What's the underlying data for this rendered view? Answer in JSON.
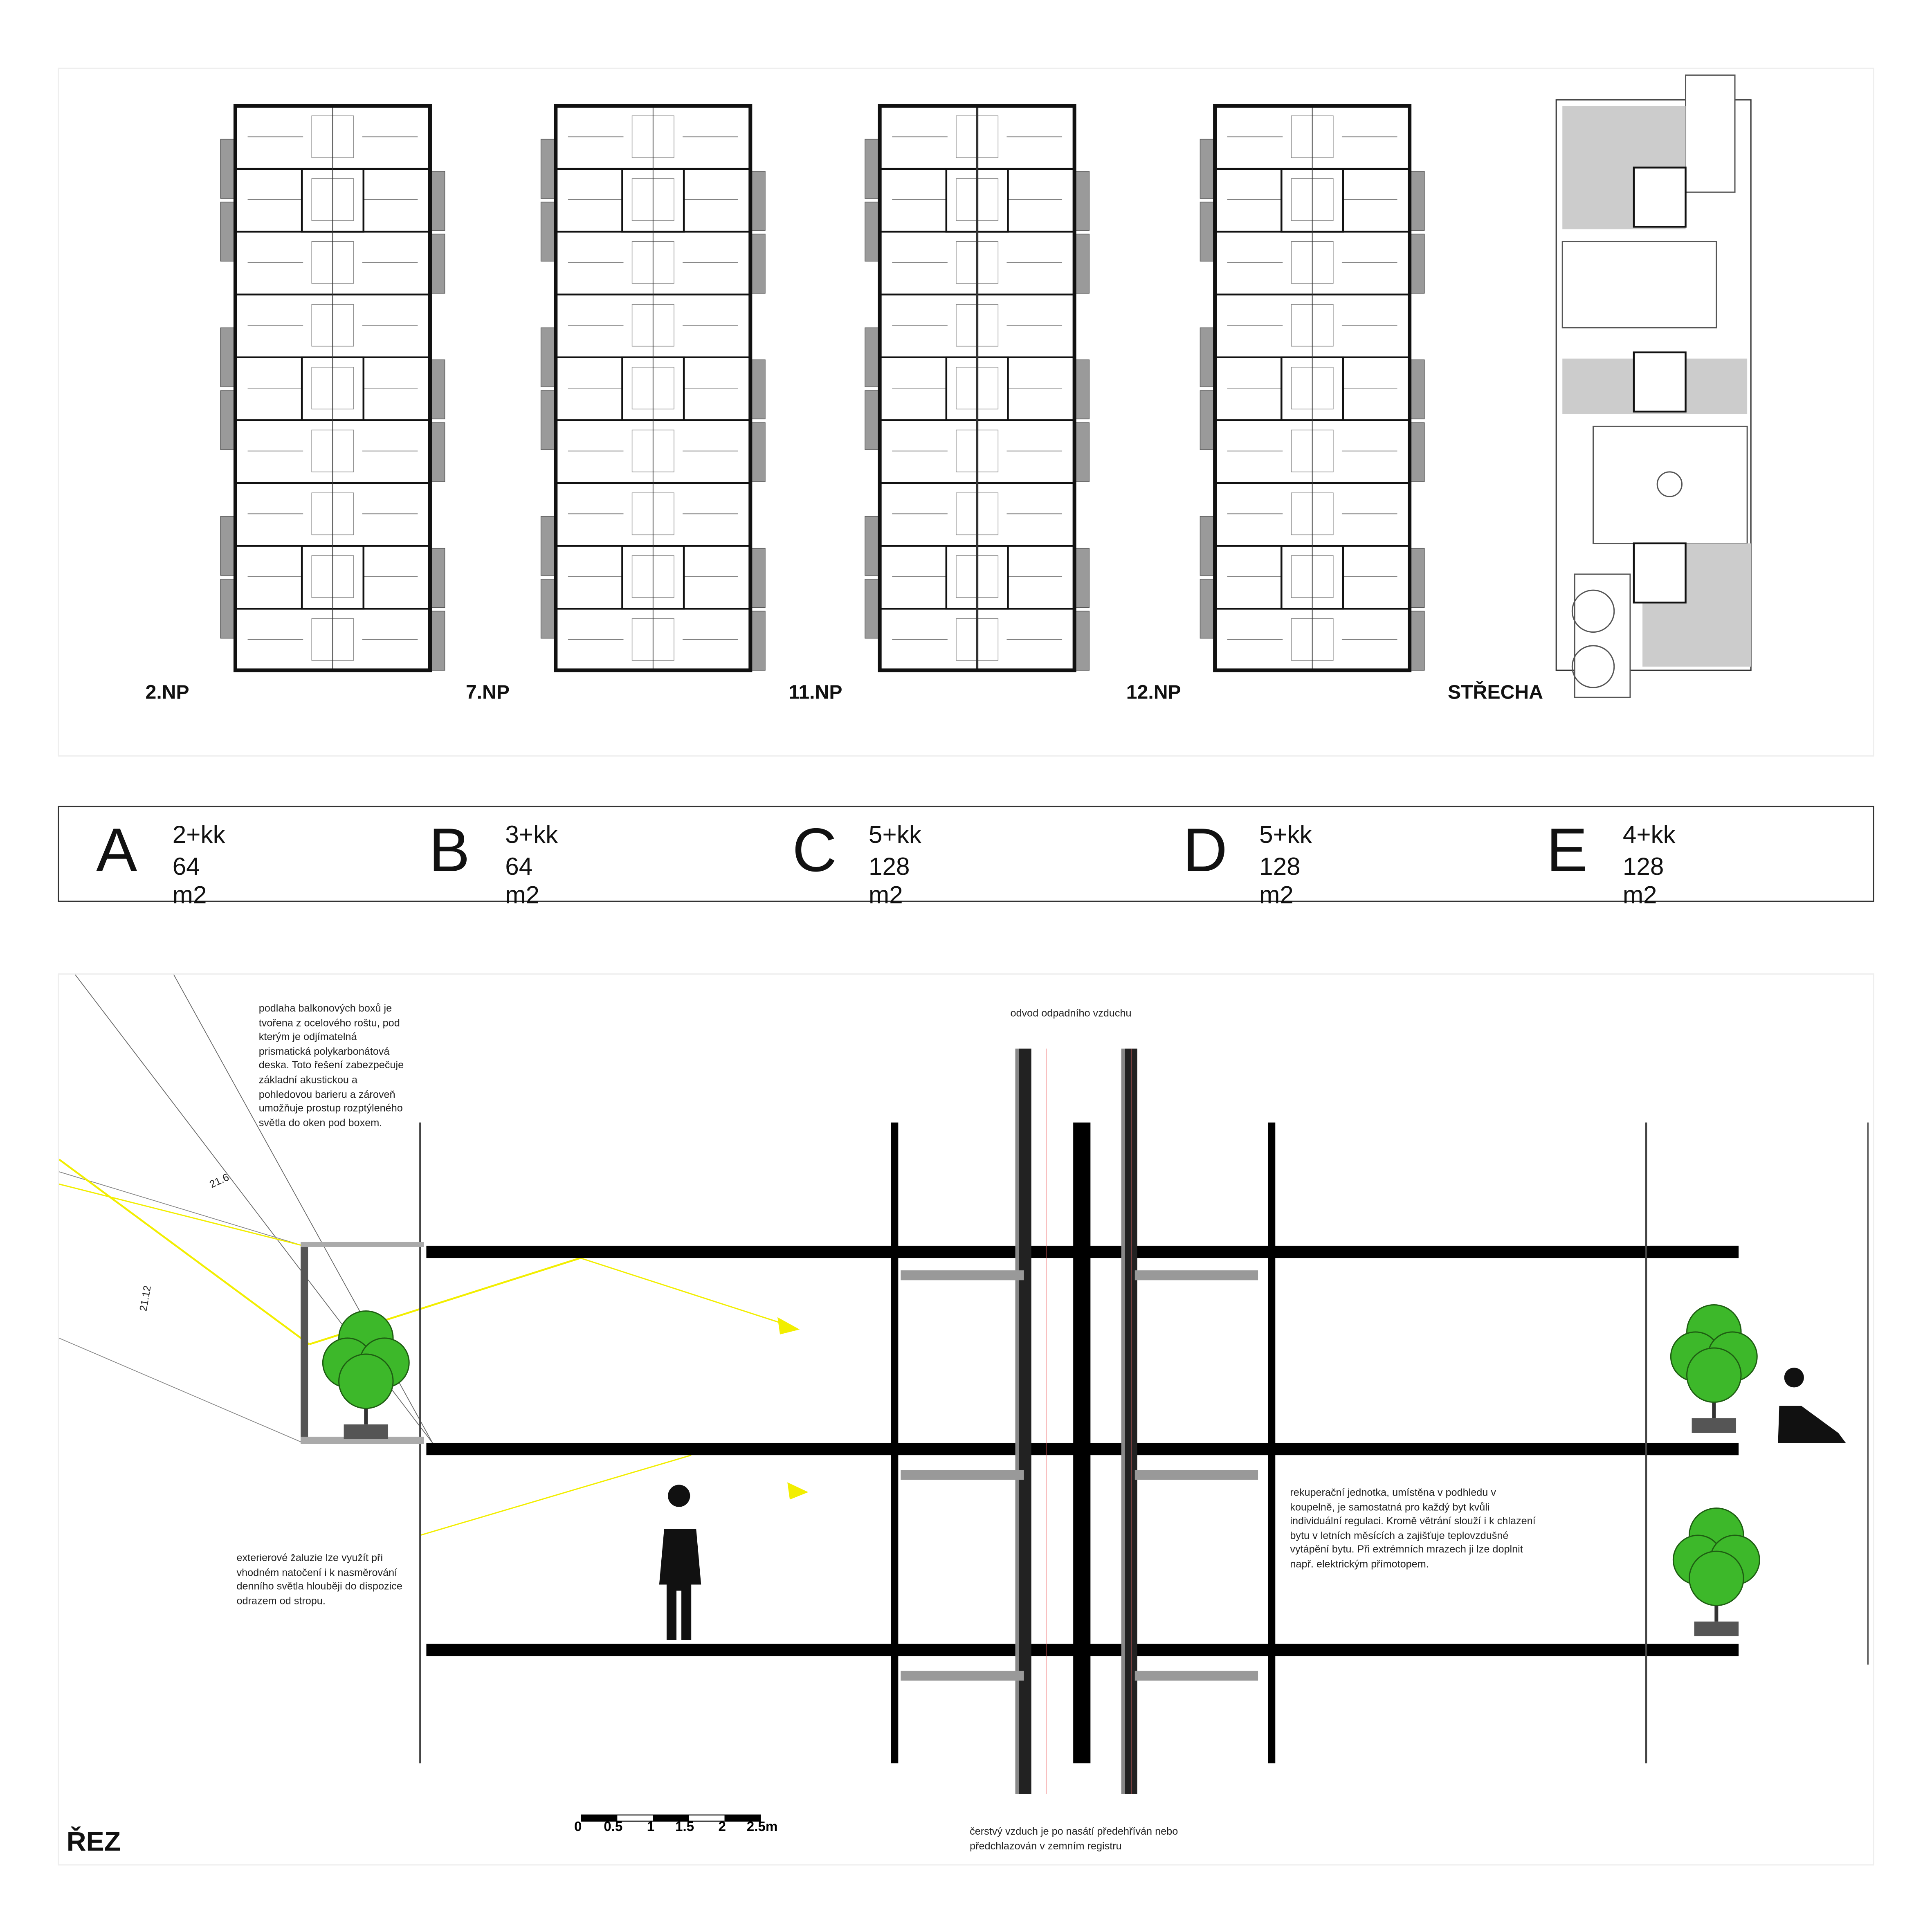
{
  "plans": [
    {
      "label": "2.NP"
    },
    {
      "label": "7.NP"
    },
    {
      "label": "11.NP"
    },
    {
      "label": "12.NP"
    },
    {
      "label": "STŘECHA"
    }
  ],
  "legend": [
    {
      "letter": "A",
      "type": "2+kk",
      "area": "64 m2"
    },
    {
      "letter": "B",
      "type": "3+kk",
      "area": "64 m2"
    },
    {
      "letter": "C",
      "type": "5+kk",
      "area": "128 m2"
    },
    {
      "letter": "D",
      "type": "5+kk",
      "area": "128 m2"
    },
    {
      "letter": "E",
      "type": "4+kk",
      "area": "128 m2"
    }
  ],
  "section": {
    "title": "ŘEZ",
    "note_floor": "podlaha balkonových boxů je tvořena z ocelového roštu, pod kterým je odjímatelná prismatická polykarbonátová deska. Toto řešení zabezpečuje základní akustickou a pohledovou barieru a zároveň umožňuje prostup rozptýleného světla do oken pod boxem.",
    "note_blinds": "exterierové žaluzie lze využít při vhodném natočení i k nasměrování denního světla hlouběji do dispozice odrazem od stropu.",
    "note_recuperation": "rekuperační jednotka, umístěna v podhledu v koupelně, je samostatná pro každý byt kvůli individuální regulaci. Kromě větrání slouží i k chlazení bytu v letních měsících a zajišťuje teplovzdušné vytápění bytu. Při extrémních mrazech ji lze doplnit např. elektrickým přímotopem.",
    "note_exhaust": "odvod odpadního vzduchu",
    "note_fresh_air": "čerstvý vzduch je po nasátí předehříván nebo předchlazován v zemním registru",
    "dim_1": "21.6",
    "dim_2": "21.12",
    "scale_ticks": [
      "0",
      "0.5",
      "1",
      "1.5",
      "2",
      "2.5m"
    ]
  },
  "colors": {
    "slab": "#000000",
    "tree": "#3db82a",
    "light": "#f2ee00",
    "balcony": "#9a9a9a"
  }
}
